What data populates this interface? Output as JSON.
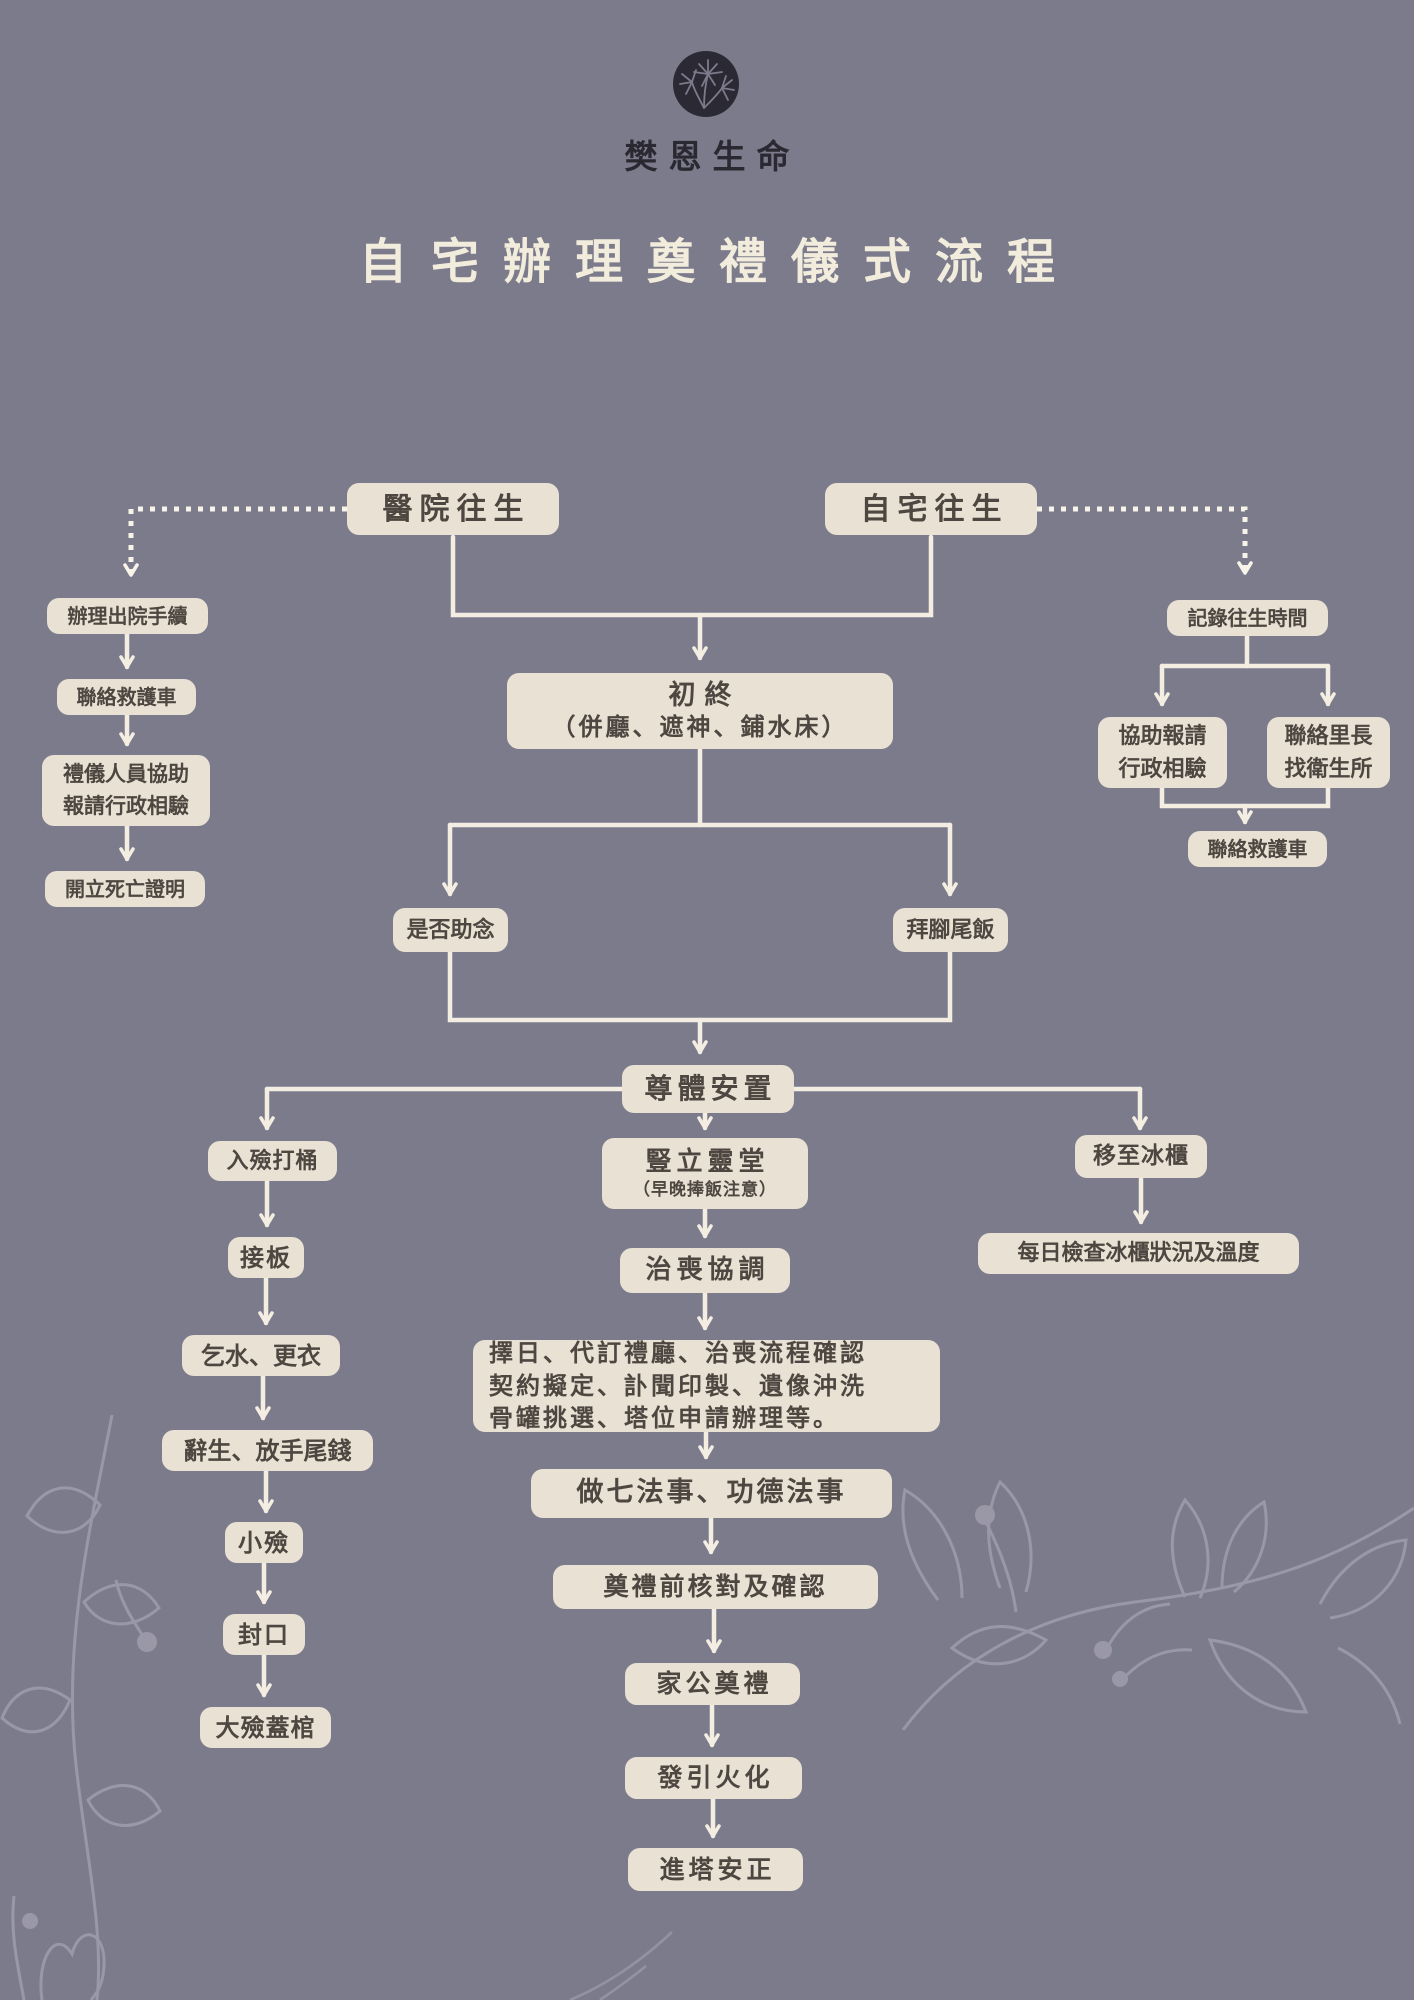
{
  "header": {
    "logo_icon": "dandelion-circle-logo",
    "brand": "樊恩生命",
    "title": "自宅辦理奠禮儀式流程"
  },
  "colors": {
    "background": "#7c7b8c",
    "box_fill": "#e9e1d3",
    "box_text": "#4e4741",
    "title_text": "#f2ecdc",
    "connector": "#f3eee1",
    "dotted_connector": "#f8f4ea",
    "logo_dark": "#2b2933",
    "decoration": "#a5a2b1"
  },
  "nodes": {
    "hospital_death": "醫院往生",
    "home_death": "自宅往生",
    "discharge": "辦理出院手續",
    "ambulance_left": "聯絡救護車",
    "ritual_staff": "禮儀人員協助\n報請行政相驗",
    "death_cert": "開立死亡證明",
    "record_time": "記錄往生時間",
    "assist_report": "協助報請\n行政相驗",
    "contact_chief": "聯絡里長\n找衛生所",
    "ambulance_right": "聯絡救護車",
    "first_rites": "初終",
    "first_rites_note": "（併廳、遮神、鋪水床）",
    "chanting": "是否助念",
    "foot_rice": "拜腳尾飯",
    "body_placement": "尊體安置",
    "encoffin": "入殮打桶",
    "jie_ban": "接板",
    "water_change": "乞水、更衣",
    "farewell_money": "辭生、放手尾錢",
    "small_encoffin": "小殮",
    "seal": "封口",
    "big_encoffin": "大殮蓋棺",
    "altar": "豎立靈堂",
    "altar_note": "（早晚捧飯注意）",
    "funeral_coord": "治喪協調",
    "coord_detail": "擇日、代訂禮廳、治喪流程確認\n契約擬定、訃聞印製、遺像沖洗\n骨罐挑選、塔位申請辦理等。",
    "seven_rites": "做七法事、功德法事",
    "pre_check": "奠禮前核對及確認",
    "family_funeral": "家公奠禮",
    "cremation": "發引火化",
    "columbarium": "進塔安正",
    "freezer": "移至冰櫃",
    "freezer_check": "每日檢查冰櫃狀況及溫度"
  },
  "edges": [
    {
      "from": "醫院往生",
      "to": "辦理出院手續",
      "style": "dotted"
    },
    {
      "from": "辦理出院手續",
      "to": "聯絡救護車",
      "style": "solid"
    },
    {
      "from": "聯絡救護車",
      "to": "禮儀人員協助報請行政相驗",
      "style": "solid"
    },
    {
      "from": "禮儀人員協助報請行政相驗",
      "to": "開立死亡證明",
      "style": "solid"
    },
    {
      "from": "自宅往生",
      "to": "記錄往生時間",
      "style": "dotted"
    },
    {
      "from": "記錄往生時間",
      "to": "協助報請行政相驗",
      "style": "solid"
    },
    {
      "from": "記錄往生時間",
      "to": "聯絡里長找衛生所",
      "style": "solid"
    },
    {
      "from": "協助報請行政相驗",
      "to": "聯絡救護車",
      "style": "solid"
    },
    {
      "from": "聯絡里長找衛生所",
      "to": "聯絡救護車",
      "style": "solid"
    },
    {
      "from": "醫院往生",
      "to": "初終（併廳、遮神、鋪水床）",
      "style": "solid"
    },
    {
      "from": "自宅往生",
      "to": "初終（併廳、遮神、鋪水床）",
      "style": "solid"
    },
    {
      "from": "初終（併廳、遮神、鋪水床）",
      "to": "是否助念",
      "style": "solid"
    },
    {
      "from": "初終（併廳、遮神、鋪水床）",
      "to": "拜腳尾飯",
      "style": "solid"
    },
    {
      "from": "是否助念",
      "to": "尊體安置",
      "style": "solid"
    },
    {
      "from": "拜腳尾飯",
      "to": "尊體安置",
      "style": "solid"
    },
    {
      "from": "尊體安置",
      "to": "入殮打桶",
      "style": "solid"
    },
    {
      "from": "尊體安置",
      "to": "豎立靈堂（早晚捧飯注意）",
      "style": "solid"
    },
    {
      "from": "尊體安置",
      "to": "移至冰櫃",
      "style": "solid"
    },
    {
      "from": "入殮打桶",
      "to": "接板",
      "style": "solid"
    },
    {
      "from": "接板",
      "to": "乞水、更衣",
      "style": "solid"
    },
    {
      "from": "乞水、更衣",
      "to": "辭生、放手尾錢",
      "style": "solid"
    },
    {
      "from": "辭生、放手尾錢",
      "to": "小殮",
      "style": "solid"
    },
    {
      "from": "小殮",
      "to": "封口",
      "style": "solid"
    },
    {
      "from": "封口",
      "to": "大殮蓋棺",
      "style": "solid"
    },
    {
      "from": "豎立靈堂（早晚捧飯注意）",
      "to": "治喪協調",
      "style": "solid"
    },
    {
      "from": "治喪協調",
      "to": "擇日、代訂禮廳、治喪流程確認契約擬定、訃聞印製、遺像沖洗骨罐挑選、塔位申請辦理等。",
      "style": "solid"
    },
    {
      "from": "擇日、代訂禮廳、治喪流程確認契約擬定、訃聞印製、遺像沖洗骨罐挑選、塔位申請辦理等。",
      "to": "做七法事、功德法事",
      "style": "solid"
    },
    {
      "from": "做七法事、功德法事",
      "to": "奠禮前核對及確認",
      "style": "solid"
    },
    {
      "from": "奠禮前核對及確認",
      "to": "家公奠禮",
      "style": "solid"
    },
    {
      "from": "家公奠禮",
      "to": "發引火化",
      "style": "solid"
    },
    {
      "from": "發引火化",
      "to": "進塔安正",
      "style": "solid"
    },
    {
      "from": "移至冰櫃",
      "to": "每日檢查冰櫃狀況及溫度",
      "style": "solid"
    }
  ]
}
